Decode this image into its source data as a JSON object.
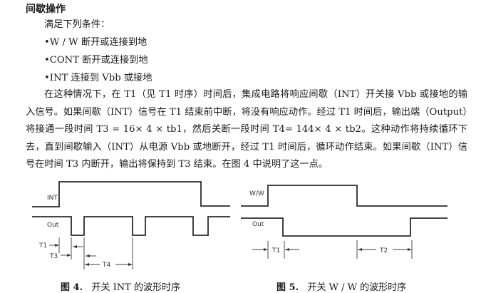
{
  "section": {
    "heading": "间歇操作",
    "conditions_intro": "满足下列条件：",
    "conditions": [
      "•W / W 断开或连接到地",
      "•CONT 断开或连接到地",
      "•INT 连接到 Vbb 或接地"
    ],
    "paragraph": "在这种情况下，在 T1（见 T1 时序）时间后，集成电路将响应间歇（INT）开关接 Vbb 或接地的输入信号。如果间歇（INT）信号在 T1 结束前中断，将没有响应动作。经过 T1 时间后，输出端（Output）将接通一段时间 T3 = 16× 4 × tb1，然后关断一段时间 T4= 144× 4 × tb2。这种动作将持续循环下去，直到间歇输入（INT）从电源 Vbb 或地断开，经过 T1 时间后，循环动作结束。如果间歇（INT）信号在时间 T3 内断开，输出将保持到 T3 结束。在图 4 中说明了这一点。"
  },
  "figure4": {
    "signals": {
      "input": "INT",
      "output": "Out"
    },
    "dimensions": {
      "t1": "T1",
      "t3": "T3",
      "t4": "T4"
    },
    "caption_num": "图 4.",
    "caption_text": "开关 INT 的波形时序"
  },
  "figure5": {
    "signals": {
      "input": "W/W",
      "output": "Out"
    },
    "dimensions": {
      "t1": "T1",
      "t2": "T2"
    },
    "caption_num": "图 5.",
    "caption_text": "开关 W / W 的波形时序"
  }
}
